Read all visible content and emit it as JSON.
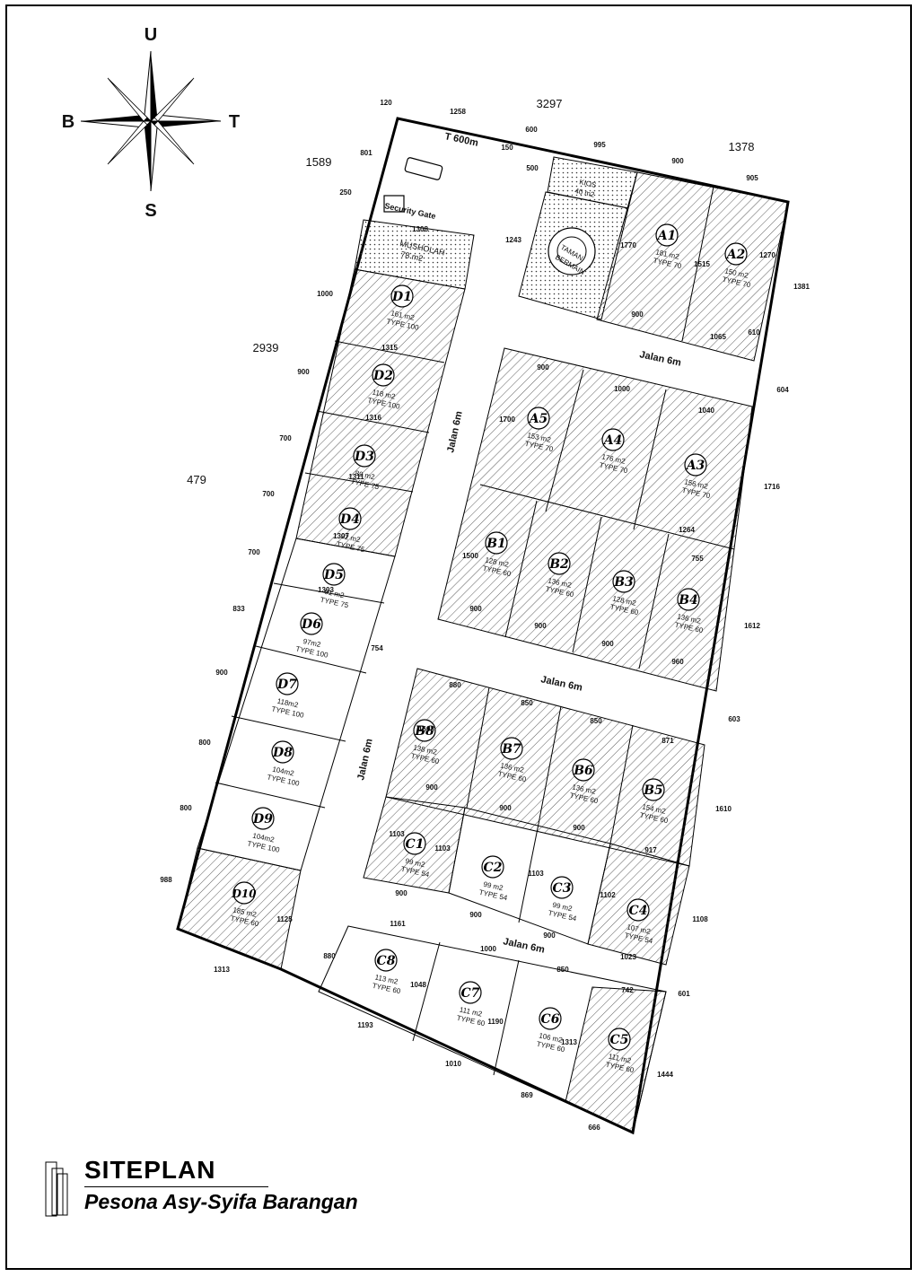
{
  "compass": {
    "north": "U",
    "south": "S",
    "west": "B",
    "east": "T"
  },
  "title": {
    "main": "SITEPLAN",
    "subtitle": "Pesona Asy-Syifa Barangan"
  },
  "roads": {
    "north": "Jalan 6m",
    "left_upper": "Jalan 6m",
    "middle": "Jalan 6m",
    "left_lower": "Jalan 6m",
    "bottom": "Jalan 6m"
  },
  "facilities": {
    "gate_width": "T 600m",
    "security": "Security Gate",
    "mushola_name": "MUSHOLAH",
    "mushola_area": "78 m2",
    "kios_name": "KIOS",
    "kios_area": "40 m2",
    "park_line1": "TAMAN",
    "park_line2": "BERMAIN"
  },
  "lots": [
    {
      "id": "A1",
      "area": "181 m2",
      "type": "TYPE 70"
    },
    {
      "id": "A2",
      "area": "150 m2",
      "type": "TYPE 70"
    },
    {
      "id": "A3",
      "area": "156 m2",
      "type": "TYPE 70"
    },
    {
      "id": "A4",
      "area": "176 m2",
      "type": "TYPE 70"
    },
    {
      "id": "A5",
      "area": "153 m2",
      "type": "TYPE 70"
    },
    {
      "id": "B1",
      "area": "128 m2",
      "type": "TYPE 60"
    },
    {
      "id": "B2",
      "area": "136 m2",
      "type": "TYPE 60"
    },
    {
      "id": "B3",
      "area": "128 m2",
      "type": "TYPE 60"
    },
    {
      "id": "B4",
      "area": "136 m2",
      "type": "TYPE 60"
    },
    {
      "id": "B5",
      "area": "154 m2",
      "type": "TYPE 60"
    },
    {
      "id": "B6",
      "area": "136 m2",
      "type": "TYPE 60"
    },
    {
      "id": "B7",
      "area": "136 m2",
      "type": "TYPE 60"
    },
    {
      "id": "B8",
      "area": "138 m2",
      "type": "TYPE 60"
    },
    {
      "id": "C1",
      "area": "99 m2",
      "type": "TYPE 54"
    },
    {
      "id": "C2",
      "area": "99 m2",
      "type": "TYPE 54"
    },
    {
      "id": "C3",
      "area": "99 m2",
      "type": "TYPE 54"
    },
    {
      "id": "C4",
      "area": "107 m2",
      "type": "TYPE 54"
    },
    {
      "id": "C5",
      "area": "111 m2",
      "type": "TYPE 60"
    },
    {
      "id": "C6",
      "area": "106 m2",
      "type": "TYPE 60"
    },
    {
      "id": "C7",
      "area": "111 m2",
      "type": "TYPE 60"
    },
    {
      "id": "C8",
      "area": "113 m2",
      "type": "TYPE 60"
    },
    {
      "id": "D1",
      "area": "161 m2",
      "type": "TYPE 100"
    },
    {
      "id": "D2",
      "area": "118 m2",
      "type": "TYPE 100"
    },
    {
      "id": "D3",
      "area": "89 m2",
      "type": "TYPE 75"
    },
    {
      "id": "D4",
      "area": "92 m2",
      "type": "TYPE 75"
    },
    {
      "id": "D5",
      "area": "91 m2",
      "type": "TYPE 75"
    },
    {
      "id": "D6",
      "area": "97m2",
      "type": "TYPE 100"
    },
    {
      "id": "D7",
      "area": "118m2",
      "type": "TYPE 100"
    },
    {
      "id": "D8",
      "area": "104m2",
      "type": "TYPE 100"
    },
    {
      "id": "D9",
      "area": "104m2",
      "type": "TYPE 100"
    },
    {
      "id": "D10",
      "area": "185 m2",
      "type": "TYPE 60"
    }
  ],
  "dimensions": [
    "3297",
    "1589",
    "2939",
    "479",
    "1378",
    "120",
    "1258",
    "600",
    "995",
    "900",
    "905",
    "150",
    "500",
    "801",
    "250",
    "1308",
    "1243",
    "1770",
    "1515",
    "1270",
    "1381",
    "900",
    "1065",
    "610",
    "604",
    "1000",
    "1315",
    "900",
    "1316",
    "700",
    "1311",
    "700",
    "1307",
    "700",
    "1303",
    "833",
    "754",
    "900",
    "800",
    "800",
    "988",
    "1125",
    "1313",
    "900",
    "1000",
    "1040",
    "1700",
    "1264",
    "755",
    "1716",
    "1500",
    "900",
    "900",
    "900",
    "960",
    "1612",
    "603",
    "880",
    "850",
    "850",
    "871",
    "1603",
    "900",
    "900",
    "900",
    "917",
    "1610",
    "1103",
    "1103",
    "1103",
    "1102",
    "900",
    "900",
    "900",
    "1023",
    "1108",
    "1161",
    "1000",
    "850",
    "742",
    "601",
    "880",
    "1048",
    "1190",
    "1313",
    "1193",
    "1010",
    "869",
    "666",
    "1444"
  ]
}
